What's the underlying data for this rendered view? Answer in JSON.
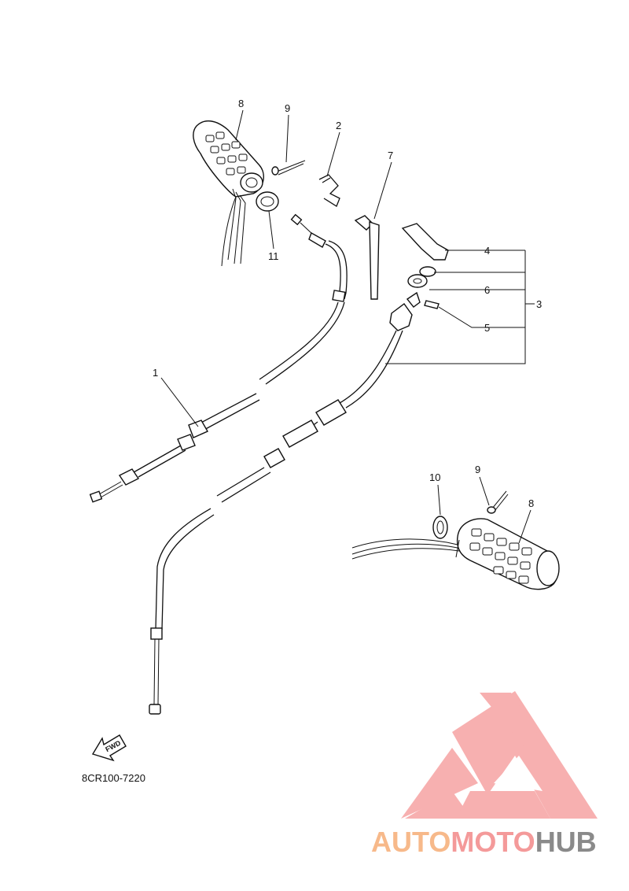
{
  "diagram": {
    "part_labels": {
      "p1": "1",
      "p2": "2",
      "p3": "3",
      "p4": "4",
      "p5": "5",
      "p6": "6",
      "p7": "7",
      "p8_top": "8",
      "p8_bottom": "8",
      "p9_top": "9",
      "p9_bottom": "9",
      "p10": "10",
      "p11": "11"
    },
    "fwd_label": "FWD",
    "drawing_code": "8CR100-7220"
  },
  "watermark": {
    "part1": "AUTO",
    "part2": "MOTO",
    "part3": "HUB",
    "colors": {
      "auto": "#f7b98a",
      "moto": "#f49a9a",
      "hub": "#8a8a8a",
      "logo": "#f6a3a3"
    }
  }
}
